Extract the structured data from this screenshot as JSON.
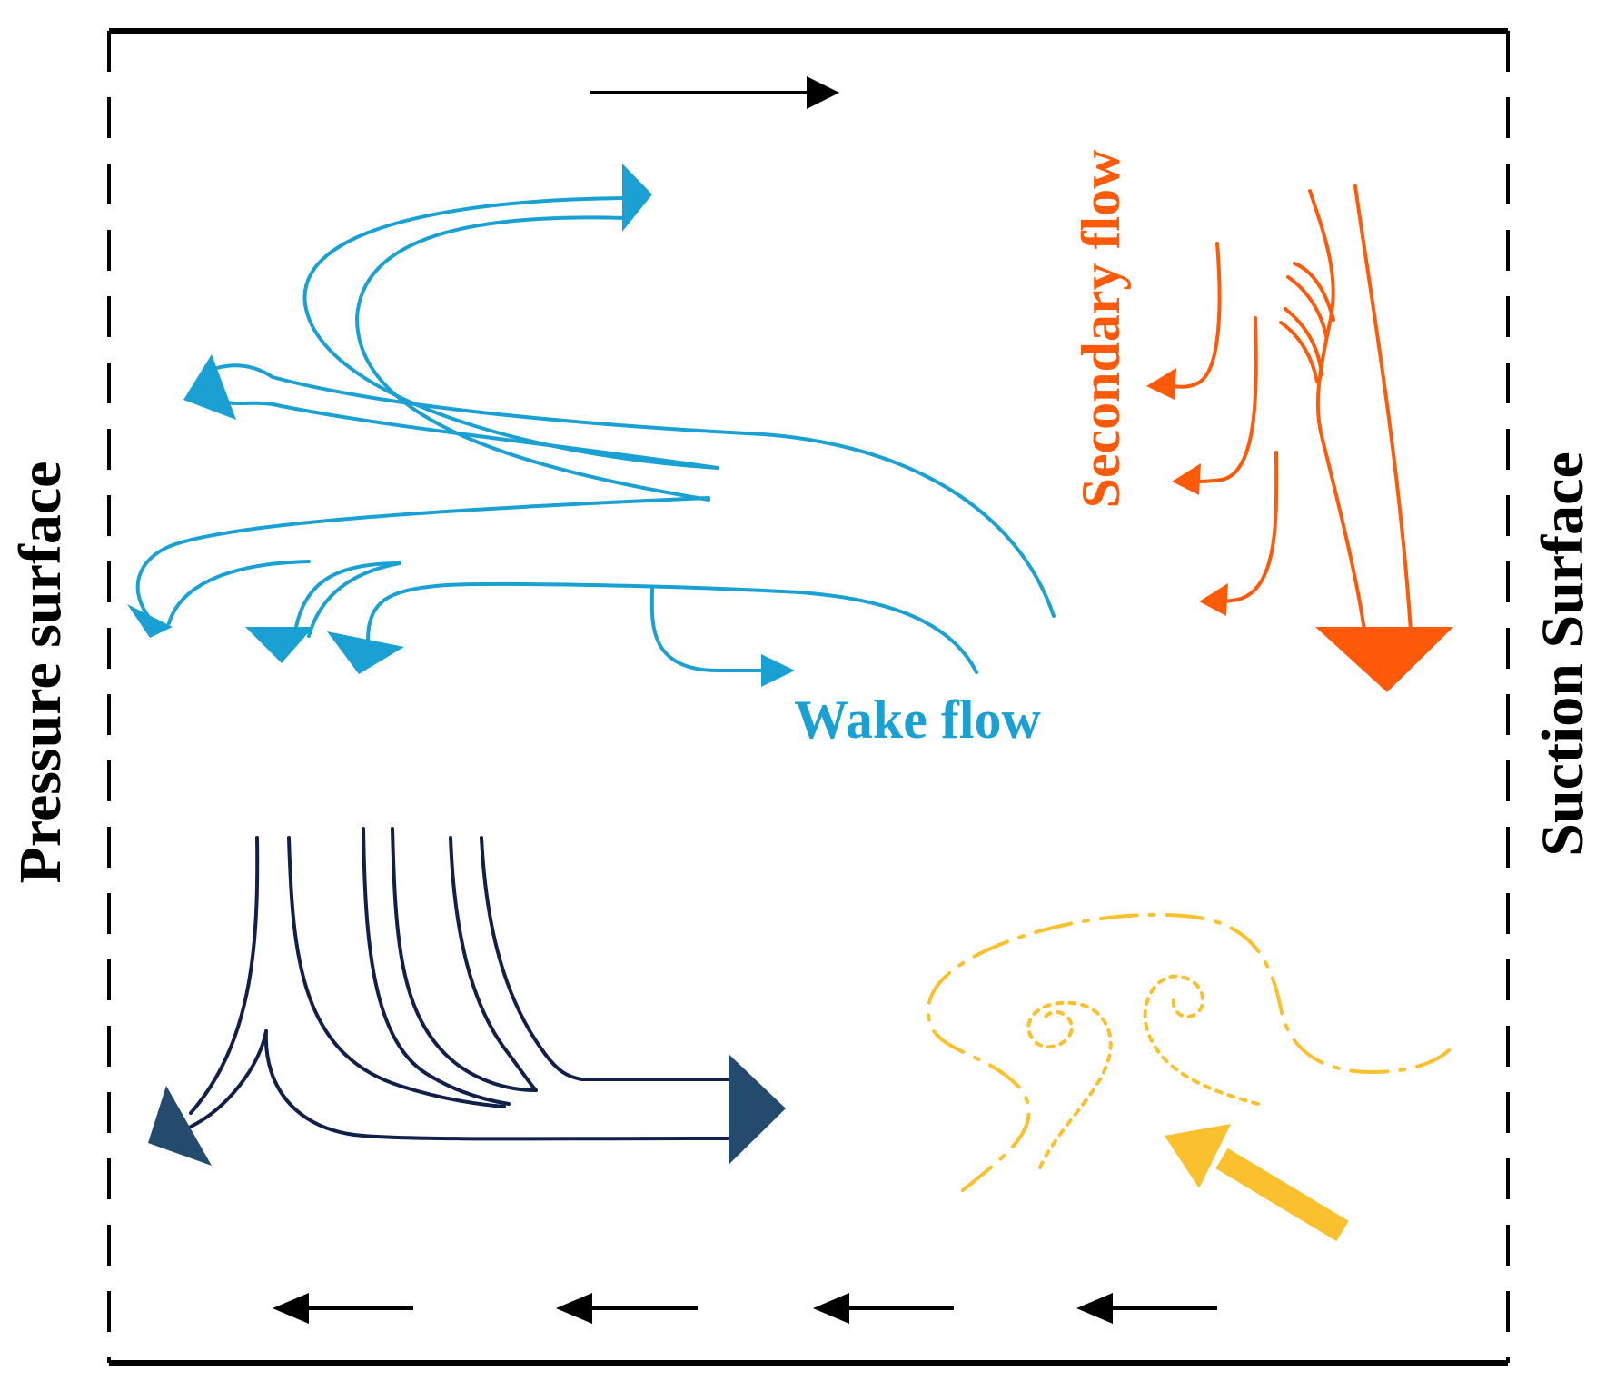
{
  "labels": {
    "pressure_surface": "Pressure surface",
    "suction_surface": "Suction Surface",
    "secondary_flow": "Secondary flow",
    "wake_flow": "Wake flow"
  },
  "colors": {
    "frame": "#000000",
    "wake": "#1aa0d2",
    "secondary": "#ff5a0a",
    "vortex": "#10204a",
    "vortex_arrow": "#244a6e",
    "turbulence": "#fbc02d"
  }
}
